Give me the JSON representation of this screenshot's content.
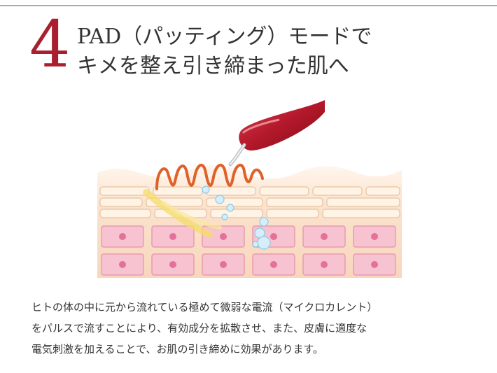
{
  "section": {
    "number": "4",
    "title_line1": "PAD（パッティング）モードで",
    "title_line2": "キメを整え引き締まった肌へ"
  },
  "illustration": {
    "icon": "device-on-skin-diagram",
    "colors": {
      "device": "#b3182a",
      "wave": "#e0602a",
      "skin_layer": "#fbe3cd",
      "cell": "#f7c3d0",
      "nucleus": "#e2729a",
      "bubble": "#9fd4ec",
      "light": "#f6dc6a"
    }
  },
  "description": {
    "line1": "ヒトの体の中に元から流れている極めて微弱な電流（マイクロカレント）",
    "line2": "をパルスで流すことにより、有効成分を拡散させ、また、皮膚に適度な",
    "line3": "電気刺激を加えることで、お肌の引き締めに効果があります。"
  }
}
